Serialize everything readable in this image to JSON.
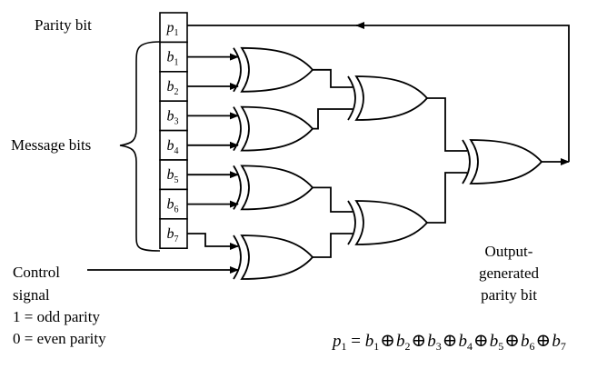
{
  "labels": {
    "parity_bit": "Parity bit",
    "message_bits": "Message bits",
    "control": [
      "Control",
      "signal",
      "1 = odd parity",
      "0 = even parity"
    ],
    "output": [
      "Output-",
      "generated",
      "parity bit"
    ]
  },
  "register_cells": [
    {
      "var": "p",
      "sub": "1"
    },
    {
      "var": "b",
      "sub": "1"
    },
    {
      "var": "b",
      "sub": "2"
    },
    {
      "var": "b",
      "sub": "3"
    },
    {
      "var": "b",
      "sub": "4"
    },
    {
      "var": "b",
      "sub": "5"
    },
    {
      "var": "b",
      "sub": "6"
    },
    {
      "var": "b",
      "sub": "7"
    }
  ],
  "formula": {
    "lhs": {
      "var": "p",
      "sub": "1"
    },
    "terms": [
      {
        "var": "b",
        "sub": "1"
      },
      {
        "var": "b",
        "sub": "2"
      },
      {
        "var": "b",
        "sub": "3"
      },
      {
        "var": "b",
        "sub": "4"
      },
      {
        "var": "b",
        "sub": "5"
      },
      {
        "var": "b",
        "sub": "6"
      },
      {
        "var": "b",
        "sub": "7"
      }
    ]
  },
  "gate_type": "XOR",
  "gate_count": 7
}
